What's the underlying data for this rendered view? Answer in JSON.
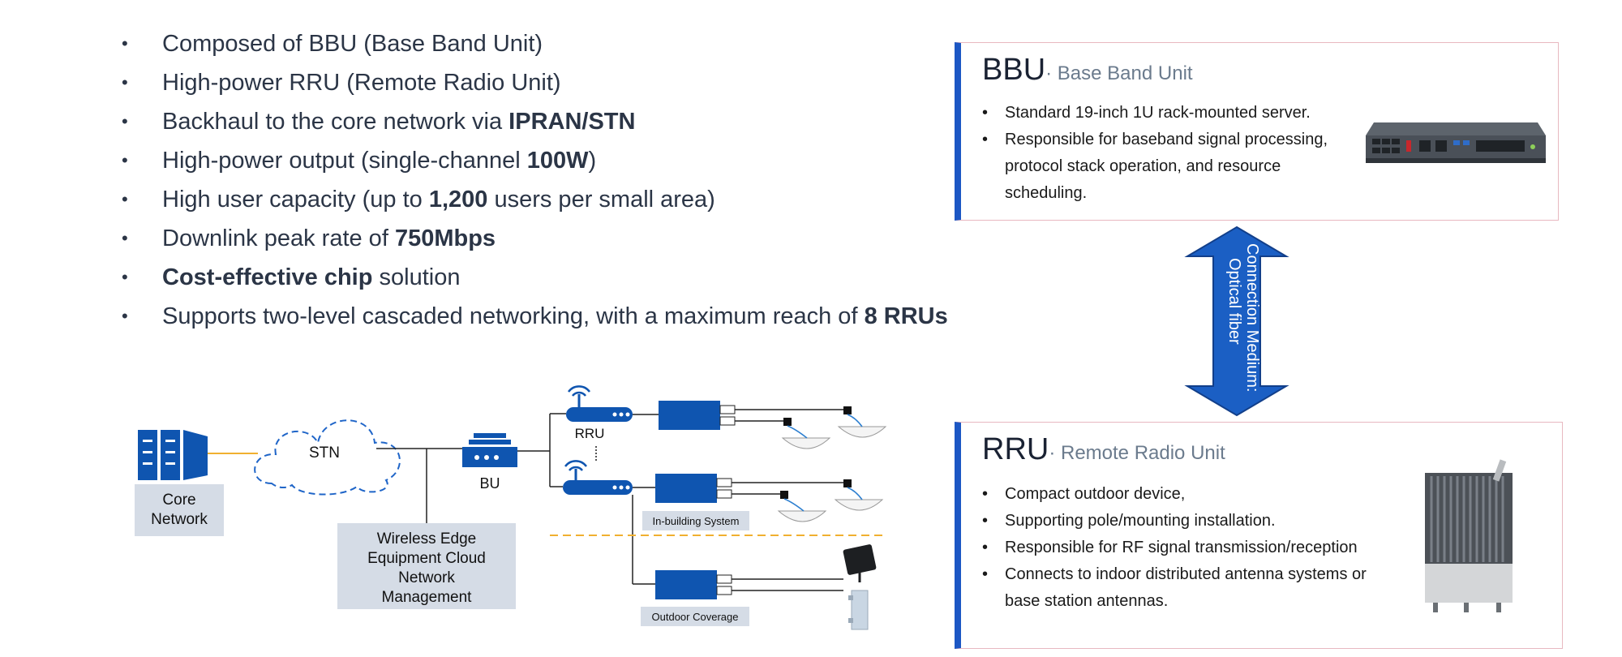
{
  "bullets": [
    {
      "pre": "Composed of BBU (Base Band Unit)",
      "bold": "",
      "post": ""
    },
    {
      "pre": "High-power RRU (Remote Radio Unit)",
      "bold": "",
      "post": ""
    },
    {
      "pre": "Backhaul to the core network via ",
      "bold": "IPRAN/STN",
      "post": ""
    },
    {
      "pre": "High-power output (single-channel ",
      "bold": "100W",
      "post": ")"
    },
    {
      "pre": "High user capacity (up to ",
      "bold": "1,200",
      "post": " users per small area)"
    },
    {
      "pre": "Downlink peak rate of ",
      "bold": "750Mbps",
      "post": ""
    },
    {
      "pre": "",
      "bold": "Cost-effective chip",
      "post": " solution"
    },
    {
      "pre": "Supports two-level cascaded networking, with a maximum reach of ",
      "bold": "8 RRUs",
      "post": ""
    }
  ],
  "bbu_card": {
    "title": "BBU",
    "subtitle": "· Base Band Unit",
    "points": [
      "Standard 19-inch 1U rack-mounted server.",
      "Responsible for baseband signal processing, protocol stack operation, and resource scheduling."
    ]
  },
  "rru_card": {
    "title": "RRU",
    "subtitle": "· Remote Radio Unit",
    "points": [
      "Compact outdoor device,",
      "Supporting pole/mounting installation.",
      "Responsible for RF signal transmission/reception",
      "Connects to indoor distributed antenna systems or base station antennas."
    ]
  },
  "connection": {
    "line1": "Connection Medium:",
    "line2": "Optical fiber"
  },
  "diagram": {
    "core_network": [
      "Core",
      "Network"
    ],
    "stn": "STN",
    "bu": "BU",
    "rru": "RRU",
    "management": [
      "Wireless Edge",
      "Equipment Cloud",
      "Network",
      "Management"
    ],
    "in_building": "In-building System",
    "outdoor": "Outdoor  Coverage"
  },
  "colors": {
    "accent_blue": "#1c57c4",
    "device_blue": "#0d4fa8",
    "label_bg": "#d5dce6",
    "divider_orange": "#f0b030"
  }
}
